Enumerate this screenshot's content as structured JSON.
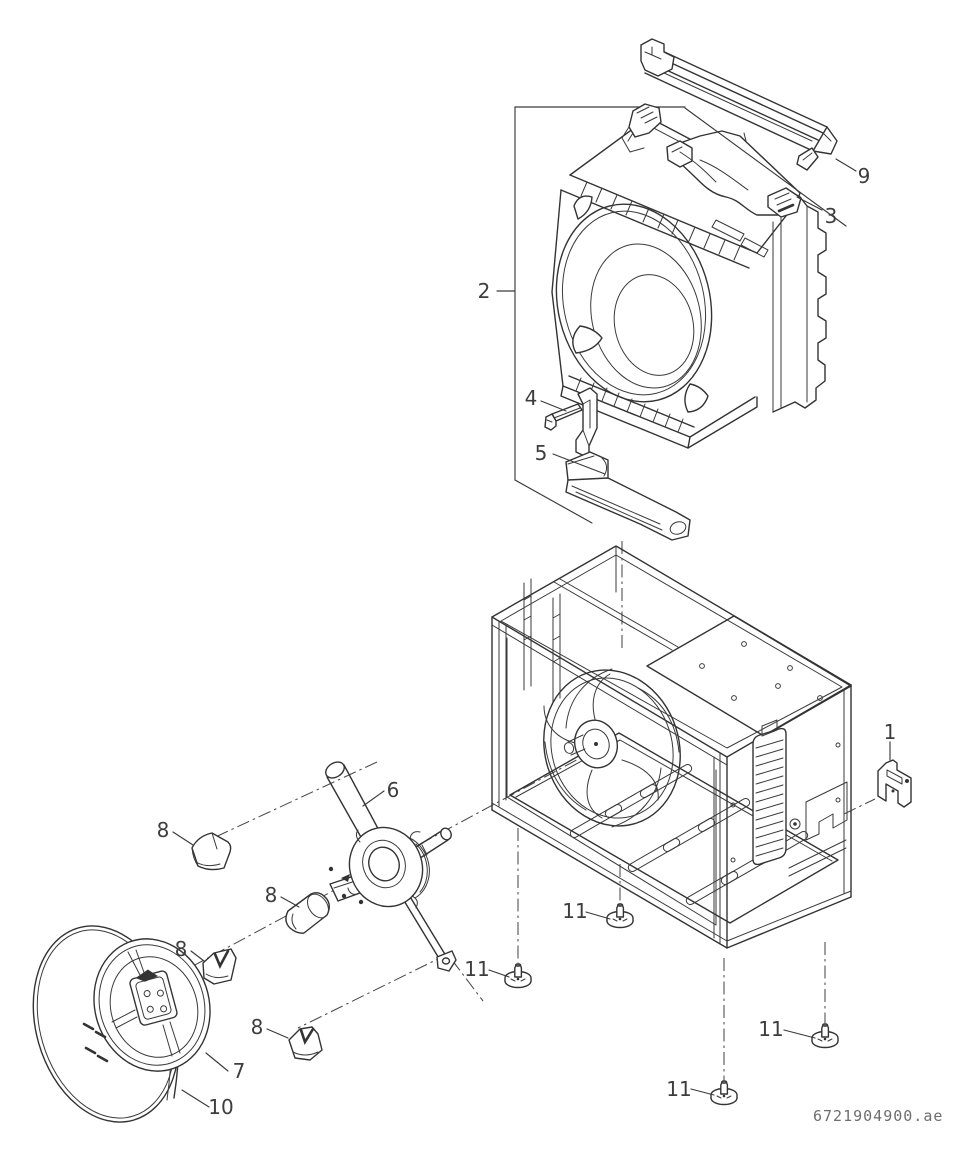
{
  "diagram": {
    "type": "exploded-parts-diagram",
    "subject": "fan and blower unit exploded view",
    "background_color": "#ffffff",
    "line_color": "#333333",
    "label_color": "#3d3d3d",
    "code_color": "#6e6e6e",
    "labels": {
      "p1": "1",
      "p2": "2",
      "p3": "3",
      "p4": "4",
      "p5": "5",
      "p6": "6",
      "p7": "7",
      "p8": "8",
      "p9": "9",
      "p10": "10",
      "p11": "11"
    },
    "footer": {
      "code": "6721904900.ae"
    }
  }
}
